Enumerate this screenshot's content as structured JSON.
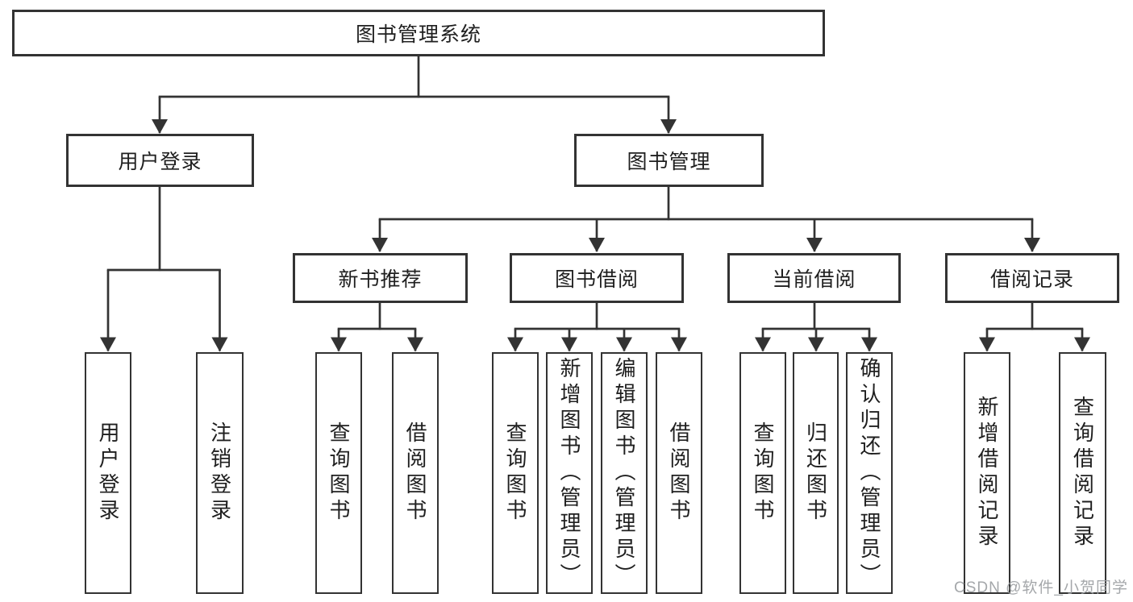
{
  "tree": {
    "label": "图书管理系统",
    "children": [
      {
        "label": "用户登录",
        "children": [
          {
            "label": "用户登录"
          },
          {
            "label": "注销登录"
          }
        ]
      },
      {
        "label": "图书管理",
        "children": [
          {
            "label": "新书推荐",
            "children": [
              {
                "label": "查询图书"
              },
              {
                "label": "借阅图书"
              }
            ]
          },
          {
            "label": "图书借阅",
            "children": [
              {
                "label": "查询图书"
              },
              {
                "label": "新增图书（管理员）"
              },
              {
                "label": "编辑图书（管理员）"
              },
              {
                "label": "借阅图书"
              }
            ]
          },
          {
            "label": "当前借阅",
            "children": [
              {
                "label": "查询图书"
              },
              {
                "label": "归还图书"
              },
              {
                "label": "确认归还（管理员）"
              }
            ]
          },
          {
            "label": "借阅记录",
            "children": [
              {
                "label": "新增借阅记录"
              },
              {
                "label": "查询借阅记录"
              }
            ]
          }
        ]
      }
    ]
  },
  "watermark": {
    "text": "CSDN @软件_小贺同学"
  },
  "colors": {
    "line": "#333333",
    "text": "#1f1f1f",
    "watermark": "#9da0a3",
    "bg": "#ffffff"
  }
}
